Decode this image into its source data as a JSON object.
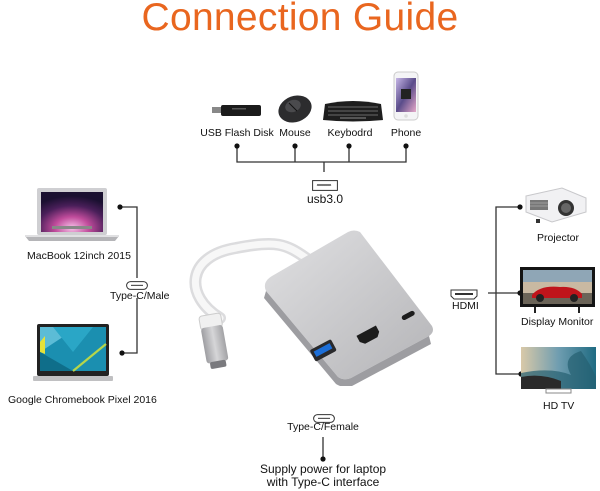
{
  "title": "Connection Guide",
  "colors": {
    "title": "#e9661f",
    "wire": "#333333",
    "adapter_body": "#c9c9cb",
    "usb_port_blue": "#1d6fd8"
  },
  "usb_section": {
    "port_label": "usb3.0",
    "port_icon": "usb-a-port-icon",
    "devices": [
      {
        "label": "USB Flash Disk",
        "icon": "usb-flash-drive-icon"
      },
      {
        "label": "Mouse",
        "icon": "mouse-icon"
      },
      {
        "label": "Keybodrd",
        "icon": "keyboard-icon"
      },
      {
        "label": "Phone",
        "icon": "phone-icon"
      }
    ]
  },
  "left_section": {
    "port_label": "Type-C/Male",
    "port_icon": "usb-c-port-icon",
    "devices": [
      {
        "label": "MacBook 12inch 2015",
        "icon": "macbook-icon"
      },
      {
        "label": "Google Chromebook Pixel 2016",
        "icon": "chromebook-icon"
      }
    ]
  },
  "right_section": {
    "port_label": "HDMI",
    "port_icon": "hdmi-port-icon",
    "devices": [
      {
        "label": "Projector",
        "icon": "projector-icon"
      },
      {
        "label": "Display Monitor",
        "icon": "monitor-icon"
      },
      {
        "label": "HD TV",
        "icon": "tv-icon"
      }
    ]
  },
  "bottom_section": {
    "port_label": "Type-C/Female",
    "port_icon": "usb-c-port-icon",
    "description_line1": "Supply power for laptop",
    "description_line2": "with Type-C interface"
  },
  "adapter": {
    "name": "USB-C multiport adapter",
    "ports": [
      "USB 3.0",
      "HDMI",
      "Type-C"
    ]
  }
}
